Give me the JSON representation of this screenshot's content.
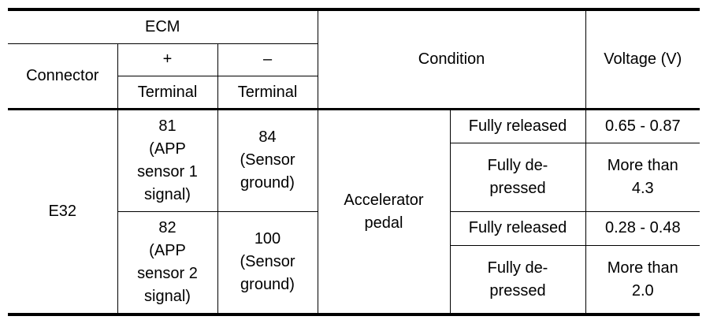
{
  "table": {
    "header": {
      "ecm": "ECM",
      "connector": "Connector",
      "plus": "+",
      "minus": "–",
      "terminal_plus": "Terminal",
      "terminal_minus": "Terminal",
      "condition": "Condition",
      "voltage": "Voltage (V)"
    },
    "connector_value": "E32",
    "group_label": "Accelerator\npedal",
    "rows": [
      {
        "plus_terminal": "81\n(APP\nsensor 1\nsignal)",
        "minus_terminal": "84\n(Sensor\nground)",
        "conditions": [
          {
            "state": "Fully released",
            "voltage": "0.65 - 0.87"
          },
          {
            "state": "Fully de-\npressed",
            "voltage": "More than\n4.3"
          }
        ]
      },
      {
        "plus_terminal": "82\n(APP\nsensor 2\nsignal)",
        "minus_terminal": "100\n(Sensor\nground)",
        "conditions": [
          {
            "state": "Fully released",
            "voltage": "0.28 - 0.48"
          },
          {
            "state": "Fully de-\npressed",
            "voltage": "More than\n2.0"
          }
        ]
      }
    ]
  }
}
